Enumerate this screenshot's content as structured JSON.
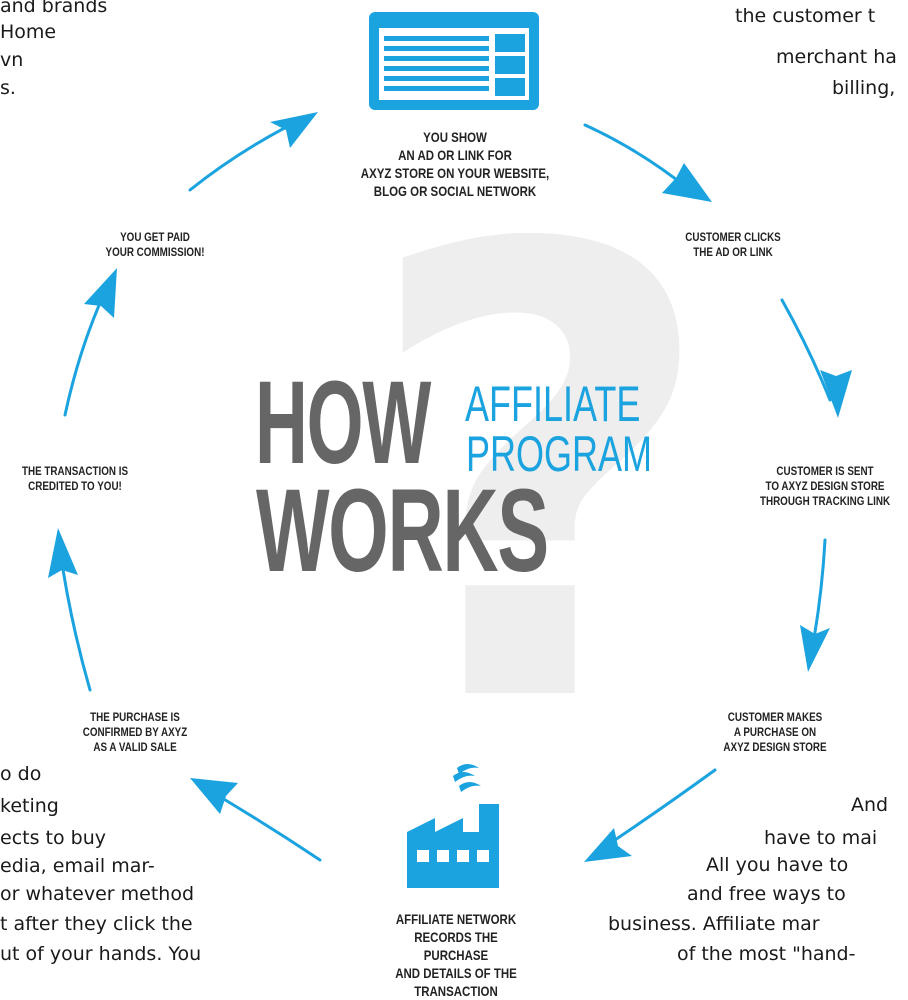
{
  "title": {
    "how": "HOW",
    "works": "WORKS",
    "affiliate": "AFFILIATE",
    "program": "PROGRAM",
    "question_mark": "?"
  },
  "steps": {
    "show_ad": "YOU SHOW\nAN AD OR LINK FOR\nAXYZ STORE ON YOUR WEBSITE,\nBLOG OR SOCIAL NETWORK",
    "customer_clicks": "CUSTOMER CLICKS\nTHE AD OR LINK",
    "customer_sent": "CUSTOMER IS SENT\nTO AXYZ DESIGN STORE\nTHROUGH TRACKING LINK",
    "customer_purchase": "CUSTOMER MAKES\nA PURCHASE ON\nAXYZ DESIGN STORE",
    "network_records": "AFFILIATE NETWORK\nRECORDS THE PURCHASE\nAND DETAILS OF THE\nTRANSACTION",
    "purchase_confirmed": "THE PURCHASE IS\nCONFIRMED BY AXYZ\nAS A VALID SALE",
    "transaction_credited": "THE TRANSACTION IS\nCREDITED TO YOU!",
    "get_paid": "YOU GET PAID\nYOUR COMMISSION!"
  },
  "text_fragments": {
    "tl_1": "and brands",
    "tl_2": "Home",
    "tl_3": "vn",
    "tl_4": "s.",
    "tr_1": "the customer t",
    "tr_2": "merchant ha",
    "tr_3": "billing,",
    "bl_1": "o do",
    "bl_2": "keting",
    "bl_3": "ects to buy",
    "bl_4": "edia, email mar-",
    "bl_5": "or  whatever  method",
    "bl_6": "t  after  they  click  the",
    "bl_7": "ut  of  your  hands.  You",
    "br_1": "And",
    "br_2": "have to mai",
    "br_3": "All you have to",
    "br_4": "and free ways to",
    "br_5": "business. Affiliate mar",
    "br_6": "of the most \"hand-"
  },
  "colors": {
    "accent_blue": "#1ba3e0",
    "title_gray": "#666666",
    "question_gray": "#eeeeee"
  },
  "icons": [
    "browser-window-icon",
    "factory-icon",
    "arrow-icon"
  ]
}
